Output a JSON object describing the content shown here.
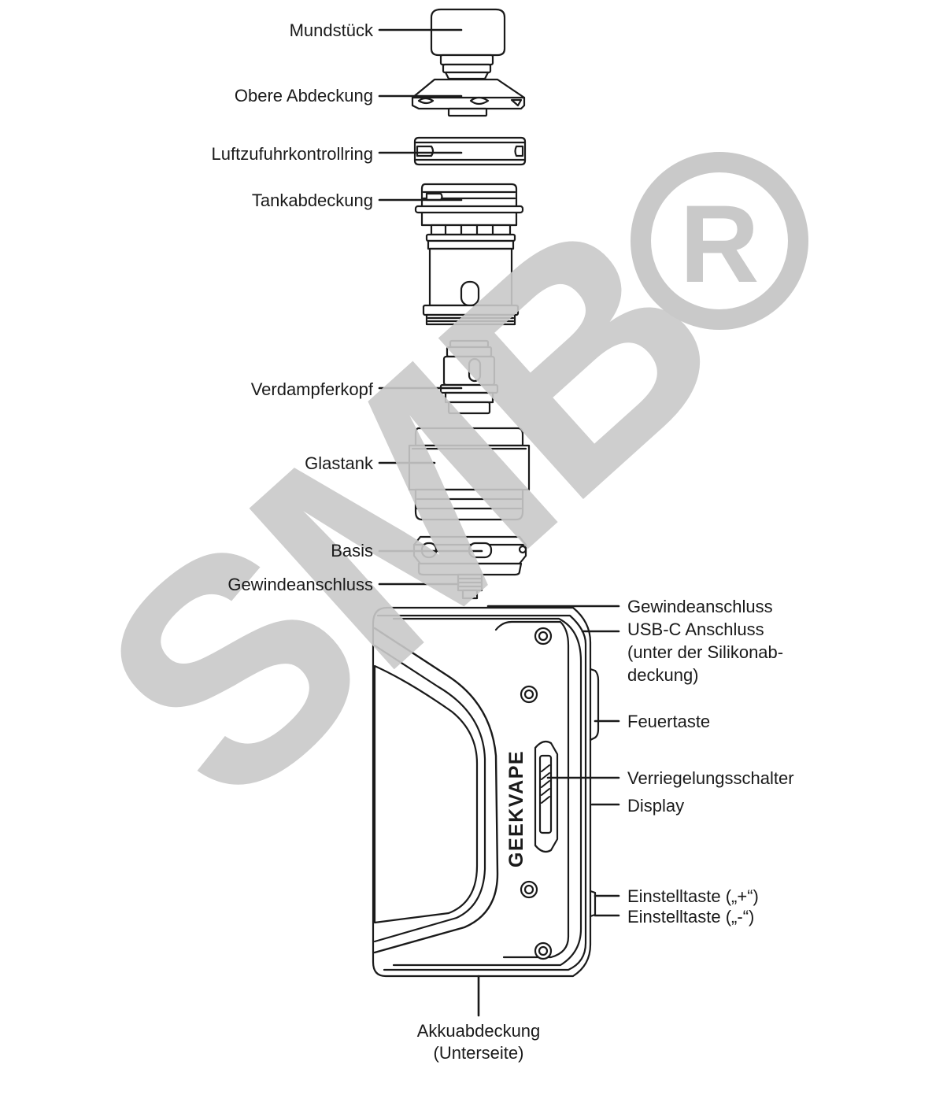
{
  "diagram": {
    "watermark": "SMB",
    "watermark_mark": "®",
    "brand_text": "GEEKVAPE",
    "colors": {
      "line": "#1a1a1a",
      "watermark": "#c9c9c9",
      "fill": "#ffffff"
    },
    "labels_left": [
      {
        "id": "mundstueck",
        "text": "Mundstück"
      },
      {
        "id": "obere-abdeckung",
        "text": "Obere Abdeckung"
      },
      {
        "id": "luftzufuhrkontrollring",
        "text": "Luftzufuhrkontrollring"
      },
      {
        "id": "tankabdeckung",
        "text": "Tankabdeckung"
      },
      {
        "id": "verdampferkopf",
        "text": "Verdampferkopf"
      },
      {
        "id": "glastank",
        "text": "Glastank"
      },
      {
        "id": "basis",
        "text": "Basis"
      },
      {
        "id": "gewindeanschluss-tank",
        "text": "Gewindeanschluss"
      }
    ],
    "labels_right": [
      {
        "id": "gewindeanschluss-mod",
        "lines": [
          "Gewindeanschluss"
        ]
      },
      {
        "id": "usb-c",
        "lines": [
          "USB-C Anschluss",
          "(unter der Silikonab-",
          "deckung)"
        ]
      },
      {
        "id": "feuertaste",
        "lines": [
          "Feuertaste"
        ]
      },
      {
        "id": "verriegelungsschalter",
        "lines": [
          "Verriegelungsschalter"
        ]
      },
      {
        "id": "display",
        "lines": [
          "Display"
        ]
      },
      {
        "id": "einstelltaste-plus",
        "lines": [
          "Einstelltaste („+“)"
        ]
      },
      {
        "id": "einstelltaste-minus",
        "lines": [
          "Einstelltaste („-“)"
        ]
      }
    ],
    "label_bottom": {
      "id": "akkuabdeckung",
      "lines": [
        "Akkuabdeckung",
        "(Unterseite)"
      ]
    }
  }
}
